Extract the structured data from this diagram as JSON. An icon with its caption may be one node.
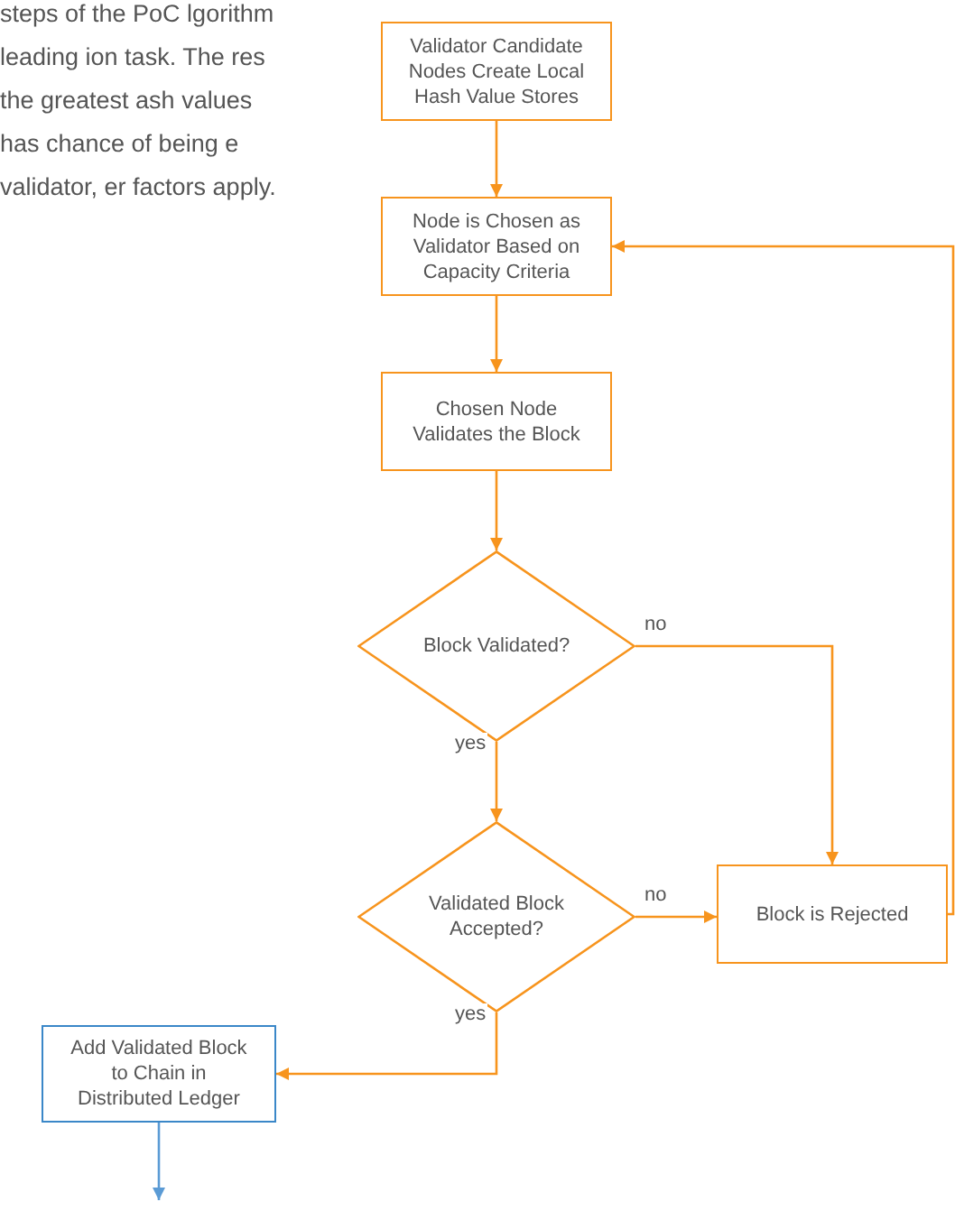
{
  "diagram": {
    "nodes": [
      {
        "text": [
          "Validator Candidate Nodes Create Local Hash Value Stores"
        ]
      },
      {
        "text": [
          "Node is Chosen as Validator Based on Capacity Criteria"
        ]
      },
      {
        "text": [
          "Chosen Node Validates the Block"
        ]
      },
      {
        "text": [
          "Block Validated?"
        ]
      },
      {
        "text": [
          "Validated Block Accepted?"
        ]
      },
      {
        "text": [
          "Block is Rejected"
        ]
      },
      {
        "text": [
          "Add Validated Block to Chain in Distributed Ledger"
        ]
      }
    ],
    "edges": [
      {
        "from": 0,
        "to": 1,
        "arrow": "to"
      },
      {
        "from": 1,
        "to": 2,
        "arrow": "to"
      },
      {
        "from": 2,
        "to": 3,
        "arrow": "to"
      },
      {
        "from": 3,
        "to": 4,
        "arrow": "to",
        "label": "yes"
      },
      {
        "from": 3,
        "to": 5,
        "arrow": "to",
        "label": "no"
      },
      {
        "from": 4,
        "to": 5,
        "arrow": "to",
        "label": "no"
      },
      {
        "from": 4,
        "to": 6,
        "arrow": "to",
        "label": "yes"
      },
      {
        "from": 5,
        "to": 1,
        "arrow": "to"
      },
      {
        "from": 6,
        "to": null,
        "arrow": "to",
        "color": "#5b9bd5"
      }
    ],
    "labels": [
      "steps of the PoC lgorithm leading ion task. The res the greatest ash values has chance of being e validator, er factors apply."
    ]
  }
}
